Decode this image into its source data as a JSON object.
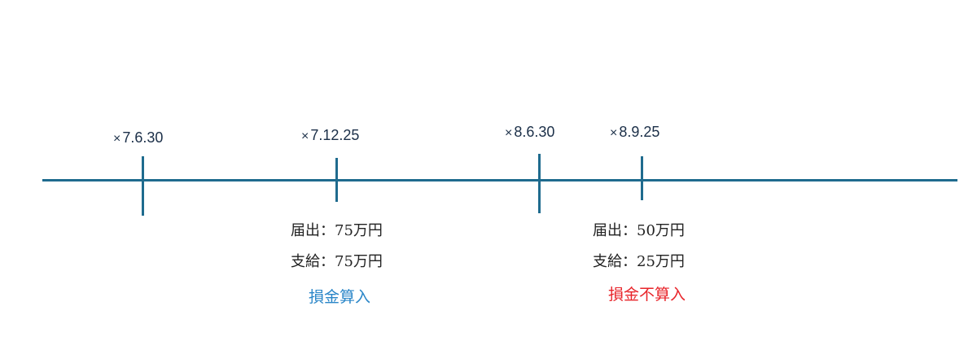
{
  "timeline": {
    "line_color": "#1f6b8e",
    "events": [
      {
        "marker": "×",
        "date": "7.6.30"
      },
      {
        "marker": "×",
        "date": "7.12.25"
      },
      {
        "marker": "×",
        "date": "8.6.30"
      },
      {
        "marker": "×",
        "date": "8.9.25"
      }
    ]
  },
  "annotations": [
    {
      "notified": "届出：75万円",
      "paid": "支給：75万円",
      "verdict": "損金算入",
      "verdict_color": "#2a86c8"
    },
    {
      "notified": "届出：50万円",
      "paid": "支給：25万円",
      "verdict": "損金不算入",
      "verdict_color": "#e8242a"
    }
  ]
}
